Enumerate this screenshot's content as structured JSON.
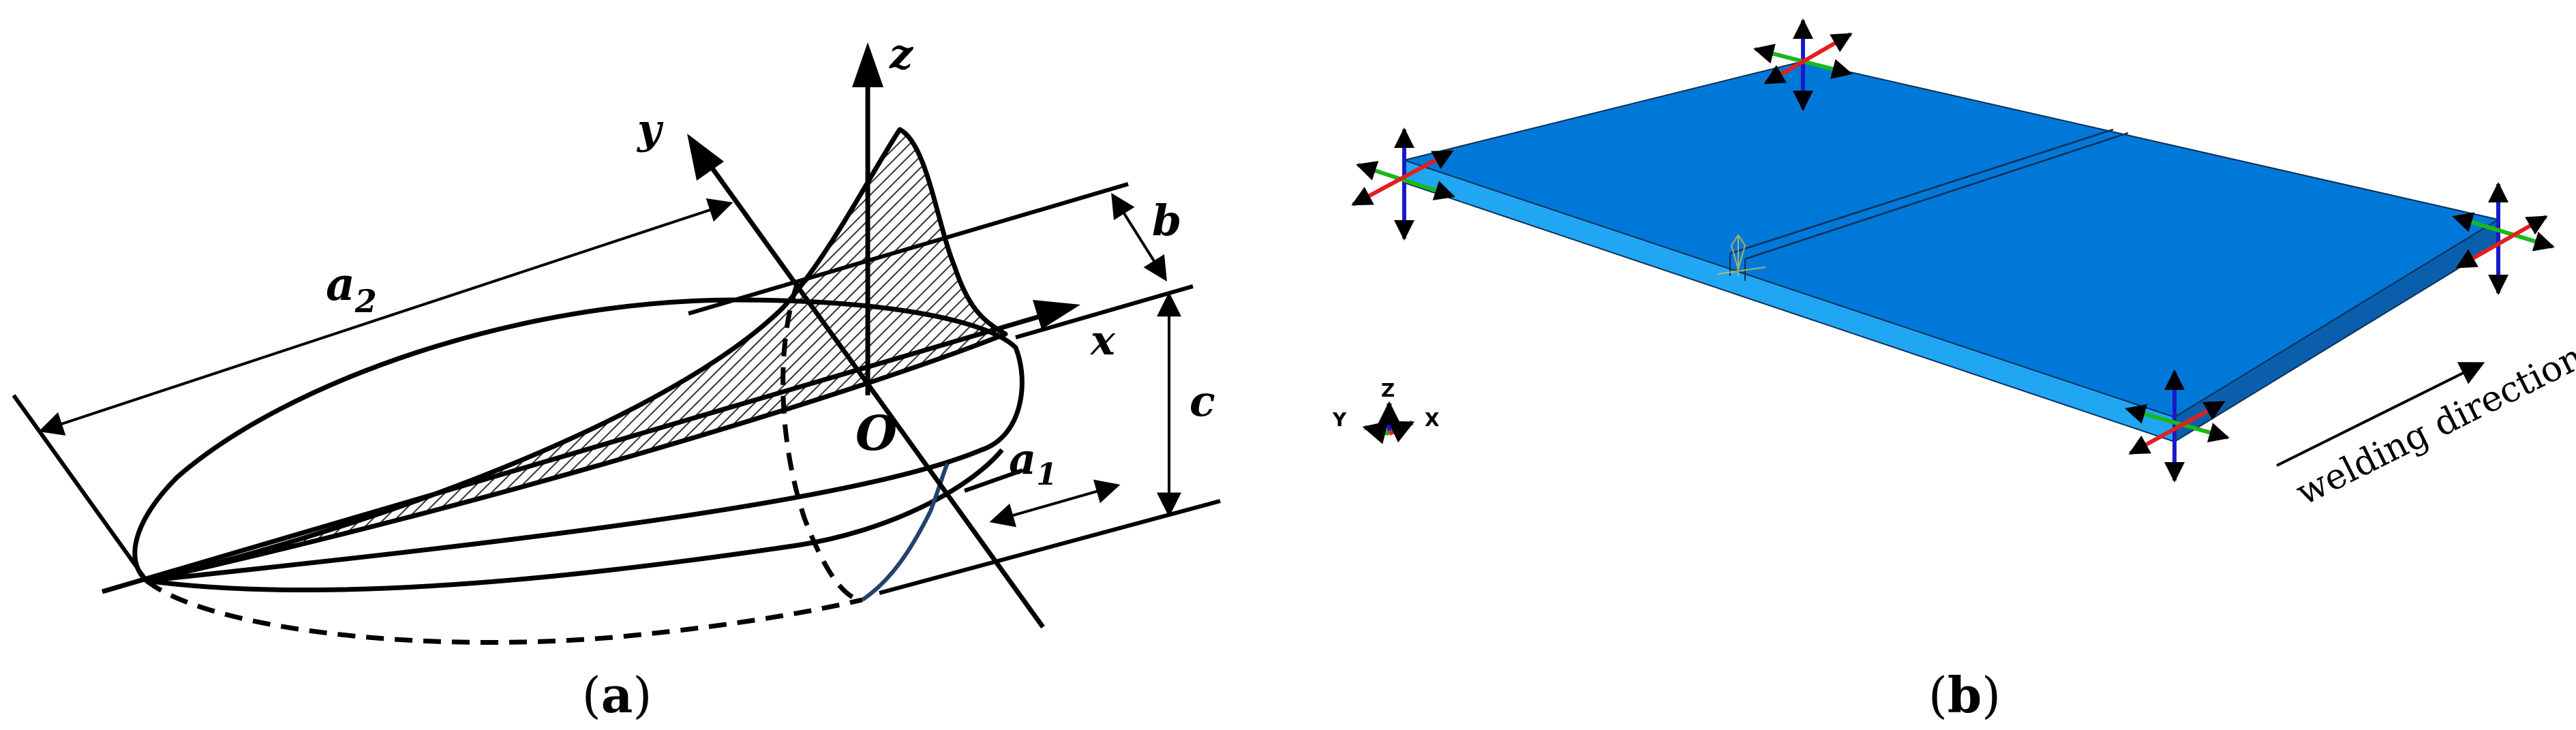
{
  "panel_a": {
    "caption_open": "(",
    "caption_letter": "a",
    "caption_close": ")",
    "axis_x": "x",
    "axis_y": "y",
    "axis_z": "z",
    "origin": "O",
    "dim_a1_main": "a",
    "dim_a1_sub": "1",
    "dim_a2_main": "a",
    "dim_a2_sub": "2",
    "dim_b": "b",
    "dim_c": "c"
  },
  "panel_b": {
    "caption_open": "(",
    "caption_letter": "b",
    "caption_close": ")",
    "triad_z": "Z",
    "triad_y": "Y",
    "triad_x": "X",
    "welding_direction": "welding direction"
  },
  "colors": {
    "plate_top": "#0078d7",
    "plate_front": "#21a6f3",
    "plate_side": "#0a5fad",
    "triad_red": "#e32020",
    "triad_green": "#1bb81b",
    "triad_blue": "#1a1ac8"
  }
}
